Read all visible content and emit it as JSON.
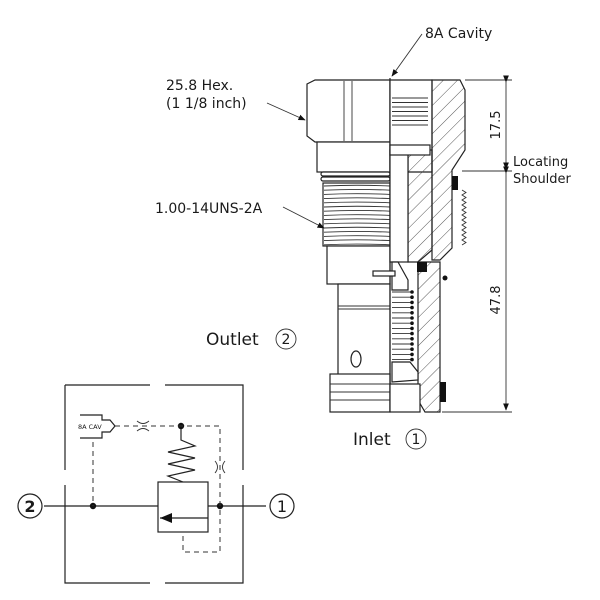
{
  "drawing": {
    "type": "cartridge valve cross-section with hydraulic schematic",
    "callouts": {
      "cavity": "8A Cavity",
      "hex_line1": "25.8 Hex.",
      "hex_line2": "(1 1/8 inch)",
      "thread": "1.00-14UNS-2A",
      "locating_line1": "Locating",
      "locating_line2": "Shoulder"
    },
    "dimensions": {
      "upper": "17.5",
      "lower": "47.8"
    },
    "ports": {
      "outlet_label": "Outlet",
      "outlet_number": "2",
      "inlet_label": "Inlet",
      "inlet_number": "1"
    }
  },
  "schematic": {
    "cavity_label": "8A CAV",
    "port_left": "2",
    "port_right": "1"
  }
}
